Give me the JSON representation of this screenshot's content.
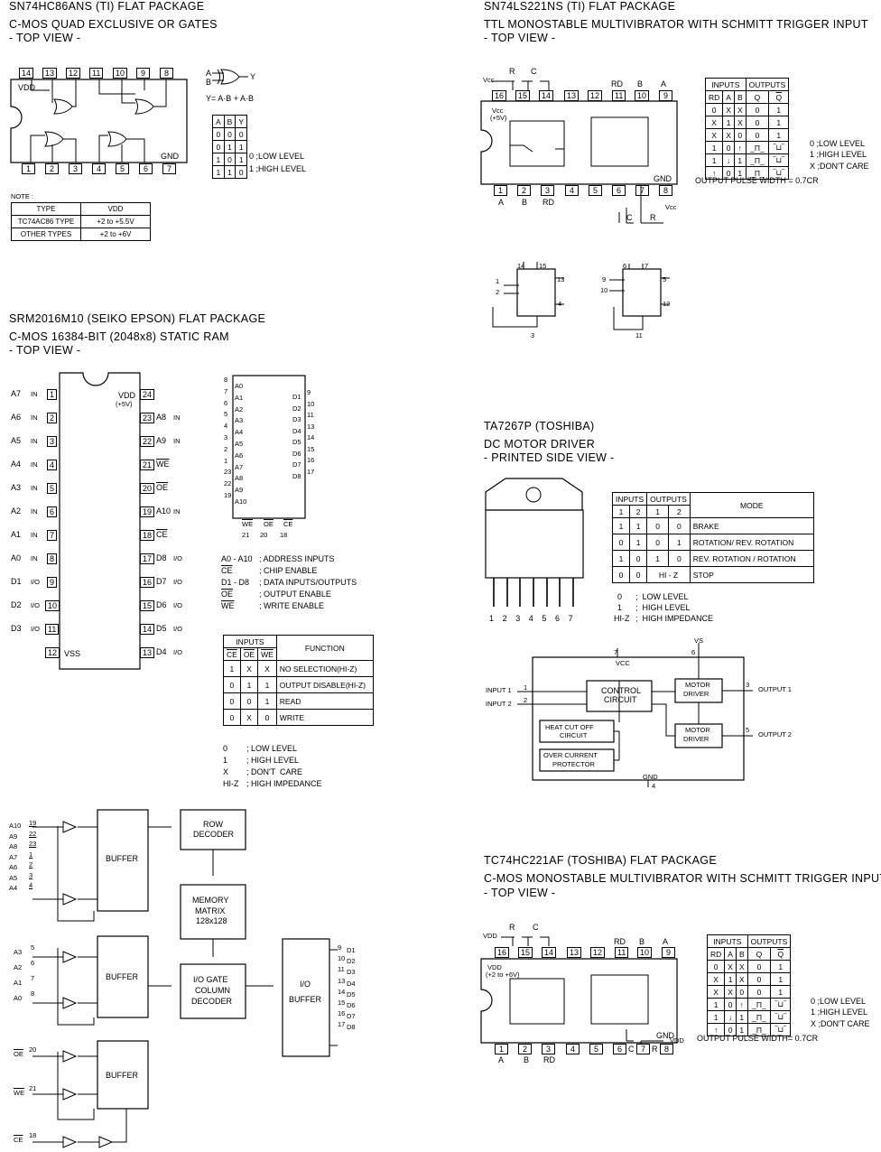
{
  "sn74hc86": {
    "title": "SN74HC86ANS (TI) FLAT PACKAGE",
    "subtitle": "C-MOS QUAD EXCLUSIVE OR GATES",
    "view": "- TOP VIEW -",
    "top_pins": [
      "14",
      "13",
      "12",
      "11",
      "10",
      "9",
      "8"
    ],
    "bottom_pins": [
      "1",
      "2",
      "3",
      "4",
      "5",
      "6",
      "7"
    ],
    "vdd_label": "VDD",
    "gnd_label": "GND",
    "gate_inputs": [
      "A",
      "B"
    ],
    "gate_output": "Y",
    "equation": "Y= A·B + A·B",
    "truth_header": [
      "A",
      "B",
      "Y"
    ],
    "truth_rows": [
      [
        "0",
        "0",
        "0"
      ],
      [
        "0",
        "1",
        "1"
      ],
      [
        "1",
        "0",
        "1"
      ],
      [
        "1",
        "1",
        "0"
      ]
    ],
    "legend": [
      "0 ;LOW LEVEL",
      "1 ;HIGH LEVEL"
    ],
    "note_label": "NOTE :",
    "note_header": [
      "TYPE",
      "VDD"
    ],
    "note_rows": [
      [
        "TC74AC86 TYPE",
        "+2 to +5.5V"
      ],
      [
        "OTHER TYPES",
        "+2 to +6V"
      ]
    ]
  },
  "sn74ls221": {
    "title": "SN74LS221NS (TI) FLAT PACKAGE",
    "subtitle": "TTL MONOSTABLE MULTIVIBRATOR WITH SCHMITT TRIGGER INPUT",
    "view": "- TOP VIEW -",
    "top_pins": [
      "16",
      "15",
      "14",
      "13",
      "12",
      "11",
      "10",
      "9"
    ],
    "bottom_pins": [
      "1",
      "2",
      "3",
      "4",
      "5",
      "6",
      "7",
      "8"
    ],
    "top_labels": [
      "Vcc",
      "R",
      "C",
      "RD",
      "B",
      "A"
    ],
    "bottom_labels": [
      "A",
      "B",
      "RD",
      "C",
      "R",
      "Vcc"
    ],
    "vcc_inside": "Vcc",
    "vcc_value": "(+5V)",
    "gnd_label": "GND",
    "truth_group_inputs": "INPUTS",
    "truth_group_outputs": "OUTPUTS",
    "truth_header": [
      "RD",
      "A",
      "B",
      "Q",
      "Q"
    ],
    "truth_rows": [
      [
        "0",
        "X",
        "X",
        "0",
        "1"
      ],
      [
        "X",
        "1",
        "X",
        "0",
        "1"
      ],
      [
        "X",
        "X",
        "0",
        "0",
        "1"
      ],
      [
        "1",
        "0",
        "↑",
        "",
        ""
      ],
      [
        "1",
        "↓",
        "1",
        "",
        ""
      ],
      [
        "↑",
        "0",
        "1",
        "",
        ""
      ]
    ],
    "legend": [
      "0 ;LOW LEVEL",
      "1 ;HIGH LEVEL",
      "X ;DON'T CARE"
    ],
    "pulse": "OUTPUT PULSE WIDTH = 0.7CR",
    "sub_pins_1": [
      "14",
      "15",
      "13",
      "4",
      "2",
      "1",
      "3"
    ],
    "sub_pins_2": [
      "6",
      "7",
      "5",
      "12",
      "9",
      "10",
      "11"
    ]
  },
  "srm2016": {
    "title": "SRM2016M10 (SEIKO EPSON) FLAT PACKAGE",
    "subtitle": "C-MOS 16384-BIT (2048x8) STATIC RAM",
    "view": "- TOP VIEW -",
    "left_pins": [
      {
        "name": "A7",
        "dir": "IN",
        "num": "1"
      },
      {
        "name": "A6",
        "dir": "IN",
        "num": "2"
      },
      {
        "name": "A5",
        "dir": "IN",
        "num": "3"
      },
      {
        "name": "A4",
        "dir": "IN",
        "num": "4"
      },
      {
        "name": "A3",
        "dir": "IN",
        "num": "5"
      },
      {
        "name": "A2",
        "dir": "IN",
        "num": "6"
      },
      {
        "name": "A1",
        "dir": "IN",
        "num": "7"
      },
      {
        "name": "A0",
        "dir": "IN",
        "num": "8"
      },
      {
        "name": "D1",
        "dir": "I/O",
        "num": "9"
      },
      {
        "name": "D2",
        "dir": "I/O",
        "num": "10"
      },
      {
        "name": "D3",
        "dir": "I/O",
        "num": "11"
      },
      {
        "name": "",
        "dir": "",
        "num": "12"
      }
    ],
    "right_pins": [
      {
        "name": "",
        "dir": "",
        "num": "24"
      },
      {
        "name": "A8",
        "dir": "IN",
        "num": "23"
      },
      {
        "name": "A9",
        "dir": "IN",
        "num": "22"
      },
      {
        "name": "WE",
        "dir": "",
        "num": "21"
      },
      {
        "name": "OE",
        "dir": "",
        "num": "20"
      },
      {
        "name": "A10",
        "dir": "IN",
        "num": "19"
      },
      {
        "name": "CE",
        "dir": "",
        "num": "18"
      },
      {
        "name": "D8",
        "dir": "I/O",
        "num": "17"
      },
      {
        "name": "D7",
        "dir": "I/O",
        "num": "16"
      },
      {
        "name": "D6",
        "dir": "I/O",
        "num": "15"
      },
      {
        "name": "D5",
        "dir": "I/O",
        "num": "14"
      },
      {
        "name": "D4",
        "dir": "I/O",
        "num": "13"
      }
    ],
    "vdd": "VDD",
    "vdd_value": "(+5V)",
    "vss": "VSS",
    "logic_left": [
      [
        "8",
        "A0"
      ],
      [
        "7",
        "A1"
      ],
      [
        "6",
        "A2"
      ],
      [
        "5",
        "A3"
      ],
      [
        "4",
        "A4"
      ],
      [
        "3",
        "A5"
      ],
      [
        "2",
        "A6"
      ],
      [
        "1",
        "A7"
      ],
      [
        "23",
        "A8"
      ],
      [
        "22",
        "A9"
      ],
      [
        "19",
        "A10"
      ]
    ],
    "logic_right": [
      [
        "9",
        "D1"
      ],
      [
        "10",
        "D2"
      ],
      [
        "11",
        "D3"
      ],
      [
        "13",
        "D4"
      ],
      [
        "14",
        "D5"
      ],
      [
        "15",
        "D6"
      ],
      [
        "16",
        "D7"
      ],
      [
        "17",
        "D8"
      ]
    ],
    "logic_bottom": [
      [
        "21",
        "WE"
      ],
      [
        "20",
        "OE"
      ],
      [
        "18",
        "CE"
      ]
    ],
    "defs": [
      [
        "A0 - A10",
        "; ADDRESS INPUTS"
      ],
      [
        "CE",
        "; CHIP ENABLE"
      ],
      [
        "D1 - D8",
        "; DATA INPUTS/OUTPUTS"
      ],
      [
        "OE",
        "; OUTPUT ENABLE"
      ],
      [
        "WE",
        "; WRITE ENABLE"
      ]
    ],
    "func_group": "INPUTS",
    "func_header": [
      "CE",
      "OE",
      "WE",
      "FUNCTION"
    ],
    "func_rows": [
      [
        "1",
        "X",
        "X",
        "NO SELECTION(HI-Z)"
      ],
      [
        "0",
        "1",
        "1",
        "OUTPUT DISABLE(HI-Z)"
      ],
      [
        "0",
        "0",
        "1",
        "READ"
      ],
      [
        "0",
        "X",
        "0",
        "WRITE"
      ]
    ],
    "legend": [
      [
        "0",
        "; LOW LEVEL"
      ],
      [
        "1",
        "; HIGH LEVEL"
      ],
      [
        "X",
        "; DON'T  CARE"
      ],
      [
        "HI-Z",
        "; HIGH IMPEDANCE"
      ]
    ]
  },
  "ta7267": {
    "title": "TA7267P (TOSHIBA)",
    "subtitle": "DC MOTOR DRIVER",
    "view": "- PRINTED SIDE VIEW -",
    "pins": [
      "1",
      "2",
      "3",
      "4",
      "5",
      "6",
      "7"
    ],
    "table_inputs": "INPUTS",
    "table_outputs": "OUTPUTS",
    "table_mode": "MODE",
    "table_sub": [
      "1",
      "2",
      "1",
      "2"
    ],
    "table_rows": [
      [
        "1",
        "1",
        "0",
        "0",
        "BRAKE"
      ],
      [
        "0",
        "1",
        "0",
        "1",
        "ROTATION/ REV. ROTATION"
      ],
      [
        "1",
        "0",
        "1",
        "0",
        "REV. ROTATION / ROTATION"
      ],
      [
        "0",
        "0",
        "HI - Z",
        "",
        "STOP"
      ]
    ],
    "legend": [
      [
        "0",
        ";  LOW LEVEL"
      ],
      [
        "1",
        ";  HIGH LEVEL"
      ],
      [
        "HI-Z",
        ";  HIGH IMPEDANCE"
      ]
    ],
    "block": {
      "vs": "VS",
      "vs_pin": "6",
      "vcc": "VCC",
      "vcc_pin": "7",
      "input1": "INPUT 1",
      "input1_pin": "1",
      "input2": "INPUT 2",
      "input2_pin": "2",
      "control": [
        "CONTROL",
        "CIRCUIT"
      ],
      "heat": [
        "HEAT CUT OFF",
        "CIRCUIT"
      ],
      "over": [
        "OVER CURRENT",
        "PROTECTOR"
      ],
      "motor1": [
        "MOTOR",
        "DRIVER"
      ],
      "motor2": [
        "MOTOR",
        "DRIVER"
      ],
      "out1": "OUTPUT 1",
      "out1_pin": "3",
      "out2": "OUTPUT 2",
      "out2_pin": "5",
      "gnd": "GND",
      "gnd_pin": "4"
    }
  },
  "ram_block": {
    "buffer": "BUFFER",
    "row_decoder": [
      "ROW",
      "DECODER"
    ],
    "matrix": [
      "MEMORY",
      "MATRIX",
      "128x128"
    ],
    "iogate": [
      "I/O GATE",
      "COLUMN",
      "DECODER"
    ],
    "io_buffer": [
      "I/O",
      "BUFFER"
    ],
    "addr_hi": [
      [
        "A10",
        "19"
      ],
      [
        "A9",
        "22"
      ],
      [
        "A8",
        "23"
      ],
      [
        "A7",
        "1"
      ],
      [
        "A6",
        "2"
      ],
      [
        "A5",
        "3"
      ],
      [
        "A4",
        "4"
      ]
    ],
    "addr_lo": [
      [
        "A3",
        "5"
      ],
      [
        "A2",
        "6"
      ],
      [
        "A1",
        "7"
      ],
      [
        "A0",
        "8"
      ]
    ],
    "ctrl": [
      [
        "OE",
        "20"
      ],
      [
        "WE",
        "21"
      ],
      [
        "CE",
        "18"
      ]
    ],
    "data": [
      [
        "9",
        "D1"
      ],
      [
        "10",
        "D2"
      ],
      [
        "11",
        "D3"
      ],
      [
        "13",
        "D4"
      ],
      [
        "14",
        "D5"
      ],
      [
        "15",
        "D6"
      ],
      [
        "16",
        "D7"
      ],
      [
        "17",
        "D8"
      ]
    ]
  },
  "tc74hc221": {
    "title": "TC74HC221AF (TOSHIBA) FLAT PACKAGE",
    "subtitle": "C-MOS MONOSTABLE MULTIVIBRATOR WITH SCHMITT TRIGGER INPUT",
    "view": "- TOP VIEW -",
    "top_pins": [
      "16",
      "15",
      "14",
      "13",
      "12",
      "11",
      "10",
      "9"
    ],
    "bottom_pins": [
      "1",
      "2",
      "3",
      "4",
      "5",
      "6",
      "7",
      "8"
    ],
    "top_labels": [
      "VDD",
      "R",
      "C",
      "RD",
      "B",
      "A"
    ],
    "bottom_labels": [
      "A",
      "B",
      "RD",
      "C",
      "R",
      "VDD"
    ],
    "vdd_inside": "VDD",
    "vdd_value": "(+2 to +6V)",
    "gnd_label": "GND",
    "truth_group_inputs": "INPUTS",
    "truth_group_outputs": "OUTPUTS",
    "truth_header": [
      "RD",
      "A",
      "B",
      "Q",
      "Q"
    ],
    "truth_rows": [
      [
        "0",
        "X",
        "X",
        "0",
        "1"
      ],
      [
        "X",
        "1",
        "X",
        "0",
        "1"
      ],
      [
        "X",
        "X",
        "0",
        "0",
        "1"
      ],
      [
        "1",
        "0",
        "↑",
        "",
        ""
      ],
      [
        "1",
        "↓",
        "1",
        "",
        ""
      ],
      [
        "↑",
        "0",
        "1",
        "",
        ""
      ]
    ],
    "legend": [
      "0 ;LOW LEVEL",
      "1 ;HIGH LEVEL",
      "X ;DON'T CARE"
    ],
    "pulse": "OUTPUT PULSE WIDTH= 0.7CR"
  }
}
